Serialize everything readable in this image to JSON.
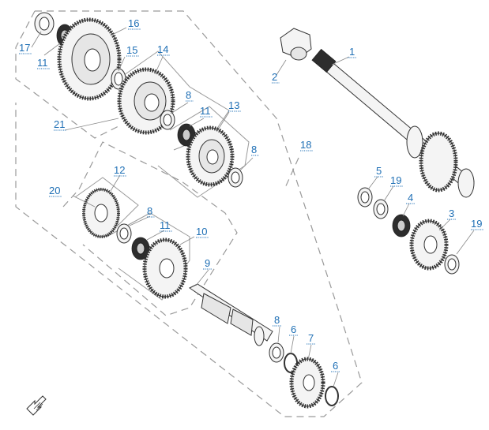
{
  "callouts": [
    {
      "id": "c1",
      "label": "1"
    },
    {
      "id": "c2",
      "label": "2"
    },
    {
      "id": "c3",
      "label": "3"
    },
    {
      "id": "c4",
      "label": "4"
    },
    {
      "id": "c5",
      "label": "5"
    },
    {
      "id": "c6a",
      "label": "6"
    },
    {
      "id": "c6b",
      "label": "6"
    },
    {
      "id": "c7",
      "label": "7"
    },
    {
      "id": "c8a",
      "label": "8"
    },
    {
      "id": "c8b",
      "label": "8"
    },
    {
      "id": "c8c",
      "label": "8"
    },
    {
      "id": "c8d",
      "label": "8"
    },
    {
      "id": "c9",
      "label": "9"
    },
    {
      "id": "c10",
      "label": "10"
    },
    {
      "id": "c11a",
      "label": "11"
    },
    {
      "id": "c11b",
      "label": "11"
    },
    {
      "id": "c11c",
      "label": "11"
    },
    {
      "id": "c12",
      "label": "12"
    },
    {
      "id": "c13",
      "label": "13"
    },
    {
      "id": "c14",
      "label": "14"
    },
    {
      "id": "c15",
      "label": "15"
    },
    {
      "id": "c16",
      "label": "16"
    },
    {
      "id": "c17",
      "label": "17"
    },
    {
      "id": "c18",
      "label": "18"
    },
    {
      "id": "c19a",
      "label": "19"
    },
    {
      "id": "c19b",
      "label": "19"
    },
    {
      "id": "c20",
      "label": "20"
    },
    {
      "id": "c21",
      "label": "21"
    }
  ],
  "colors": {
    "callout": "#1e6fb5",
    "frame": "#9a9a9a",
    "ink": "#333333"
  },
  "icons": {
    "orientation": "arrow-icon"
  }
}
